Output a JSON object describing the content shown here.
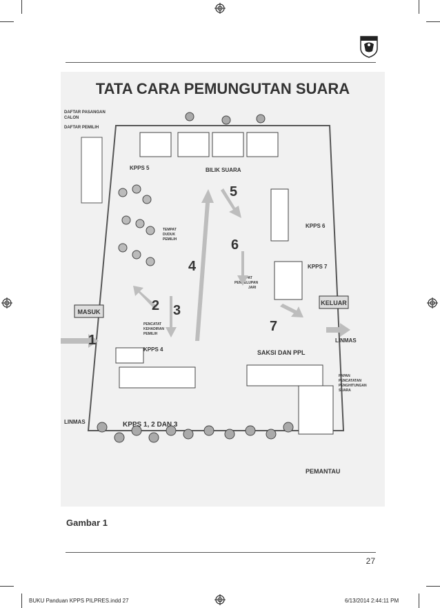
{
  "figure": {
    "title": "TATA CARA PEMUNGUTAN SUARA",
    "labels": {
      "daftar_pasangan": "DAFTAR PASANGAN",
      "calon": "CALON",
      "daftar_pemilih": "DAFTAR PEMILIH",
      "kpps5": "KPPS 5",
      "bilik_suara": "BILIK SUARA",
      "tempat_duduk_1": "TEMPAT",
      "tempat_duduk_2": "DUDUK",
      "tempat_duduk_3": "PEMILIH",
      "kpps6": "KPPS 6",
      "kpps7": "KPPS 7",
      "tempat_pencelupan_1": "TEMPAT",
      "tempat_pencelupan_2": "PENCELUPAN",
      "tempat_pencelupan_3": "JARI",
      "masuk": "MASUK",
      "keluar": "KELUAR",
      "pencatat_1": "PENCATAT",
      "pencatat_2": "KEHADIRAN",
      "pencatat_3": "PEMILIH",
      "kpps4": "KPPS 4",
      "linmas_right": "LINMAS",
      "saksi": "SAKSI DAN PPL",
      "papan_1": "PAPAN",
      "papan_2": "PENCATATAN",
      "papan_3": "PENGHITUNGAN",
      "papan_4": "SUARA",
      "linmas_left": "LINMAS",
      "kpps123": "KPPS 1, 2 DAN 3",
      "pemantau": "PEMANTAU"
    },
    "steps": [
      "1",
      "2",
      "3",
      "4",
      "5",
      "6",
      "7"
    ]
  },
  "caption": "Gambar 1",
  "page_number": "27",
  "slug": {
    "file": "BUKU Panduan KPPS PILPRES.indd   27",
    "datetime": "6/13/2014   2:44:11 PM"
  },
  "colors": {
    "ink": "#333333",
    "arrow": "#bdbdbd"
  }
}
